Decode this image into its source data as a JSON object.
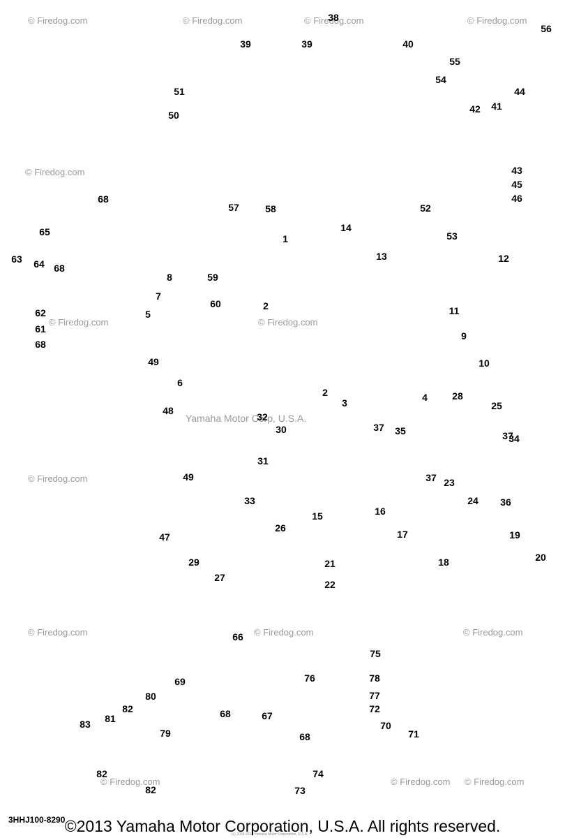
{
  "diagram": {
    "code": "3HHJ100-8290",
    "copyright": "©2013 Yamaha Motor Corporation, U.S.A. All rights reserved.",
    "fine_print": "(c) 2009-2013 Yamaha Motor Corporation, U.S.A.",
    "watermark_corner": "© Firedog.com",
    "watermark_center": "Yamaha Motor Corp, U.S.A.",
    "callouts": [
      "38",
      "39",
      "39",
      "40",
      "55",
      "54",
      "56",
      "51",
      "50",
      "41",
      "42",
      "44",
      "43",
      "45",
      "46",
      "68",
      "65",
      "57",
      "58",
      "52",
      "14",
      "53",
      "13",
      "1",
      "12",
      "63",
      "64",
      "68",
      "62",
      "61",
      "68",
      "8",
      "7",
      "5",
      "59",
      "60",
      "2",
      "11",
      "9",
      "10",
      "49",
      "6",
      "48",
      "2",
      "3",
      "4",
      "28",
      "25",
      "32",
      "30",
      "31",
      "37",
      "35",
      "37",
      "34",
      "37",
      "23",
      "24",
      "36",
      "49",
      "33",
      "26",
      "47",
      "29",
      "27",
      "15",
      "16",
      "17",
      "18",
      "19",
      "20",
      "21",
      "22",
      "66",
      "75",
      "76",
      "78",
      "77",
      "72",
      "69",
      "80",
      "82",
      "81",
      "83",
      "68",
      "67",
      "68",
      "70",
      "71",
      "79",
      "82",
      "82",
      "74",
      "73"
    ]
  }
}
